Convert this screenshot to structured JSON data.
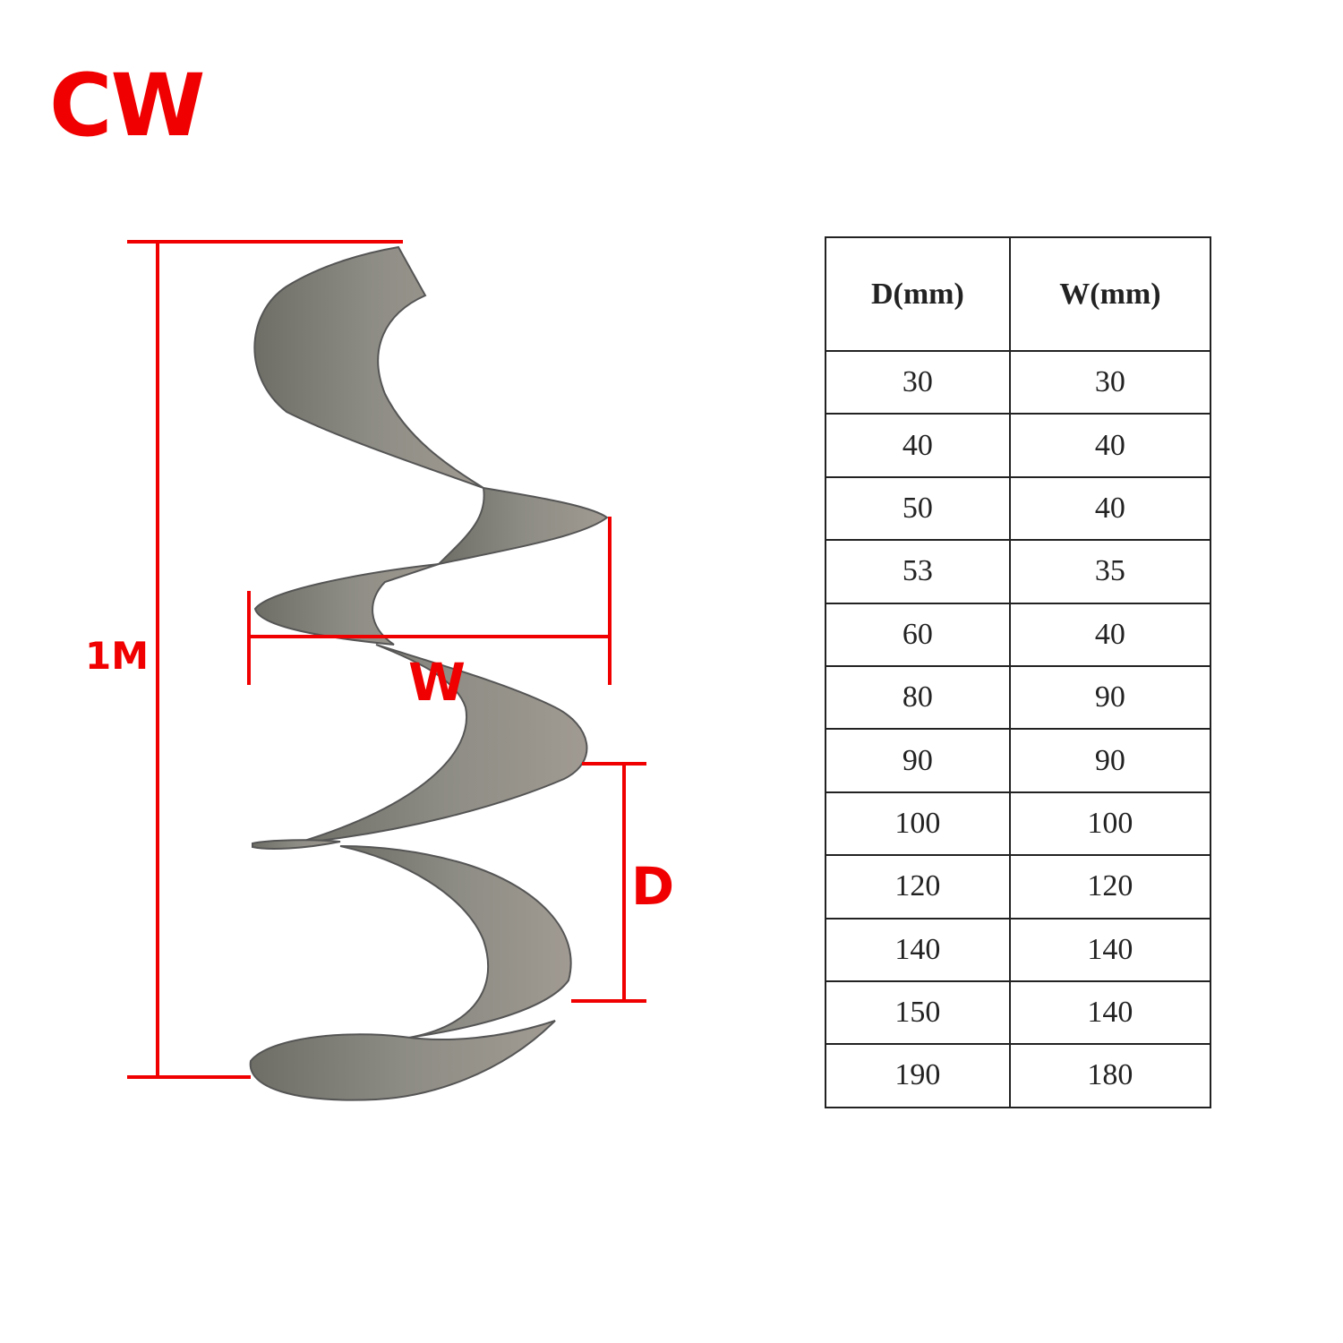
{
  "title": "CW",
  "dimensions": {
    "length_label": "1M",
    "width_label": "W",
    "diameter_label": "D"
  },
  "colors": {
    "annotation": "#f00000",
    "metal": "#85857c"
  },
  "table": {
    "headers": [
      "D(mm)",
      "W(mm)"
    ],
    "rows": [
      [
        "30",
        "30"
      ],
      [
        "40",
        "40"
      ],
      [
        "50",
        "40"
      ],
      [
        "53",
        "35"
      ],
      [
        "60",
        "40"
      ],
      [
        "80",
        "90"
      ],
      [
        "90",
        "90"
      ],
      [
        "100",
        "100"
      ],
      [
        "120",
        "120"
      ],
      [
        "140",
        "140"
      ],
      [
        "150",
        "140"
      ],
      [
        "190",
        "180"
      ]
    ]
  }
}
